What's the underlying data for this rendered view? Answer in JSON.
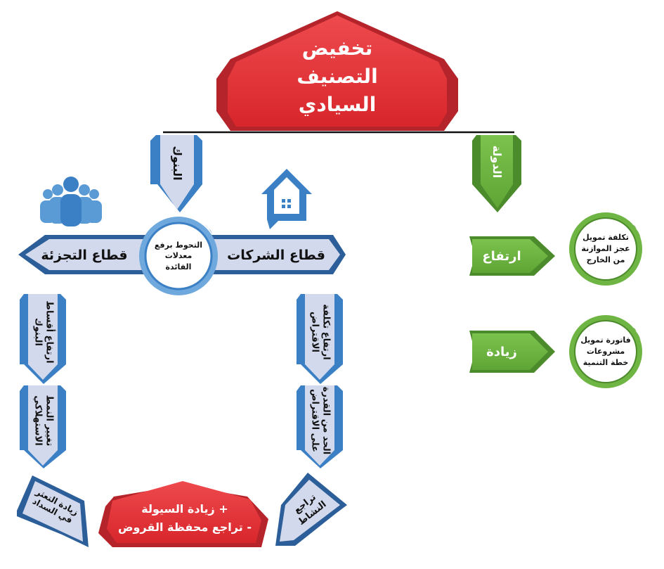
{
  "title": {
    "line1": "تخفيض",
    "line2": "التصنيف",
    "line3": "السيادي"
  },
  "banks": "البنوك",
  "state": "الدولة",
  "center_circle": {
    "line1": "التحوط برفع",
    "line2": "معدلات",
    "line3": "الفائدة"
  },
  "retail_sector": "قطاع التجزئة",
  "corporate_sector": "قطاع الشركات",
  "retail_effects": [
    {
      "line1": "ارتفاع أقساط",
      "line2": "البنوك"
    },
    {
      "line1": "تغيير النمط",
      "line2": "الاستهلاكي"
    },
    {
      "line1": "زيادة التعثر",
      "line2": "في السداد"
    }
  ],
  "corporate_effects": [
    {
      "line1": "ارتفاع تكلفة",
      "line2": "الاقتراض"
    },
    {
      "line1": "الحد من القدرة",
      "line2": "على الاقتراض"
    },
    {
      "line1": "تراجع",
      "line2": "النشاط"
    }
  ],
  "outcome": {
    "line1": "+ زيادة السيولة",
    "line2": "- تراجع محفظة القروض"
  },
  "state_effects": [
    {
      "arrow": "ارتفاع",
      "circle_line1": "تكلفة تمويل",
      "circle_line2": "عجز الموازنة",
      "circle_line3": "من الخارج"
    },
    {
      "arrow": "زيادة",
      "circle_line1": "فاتورة تمويل",
      "circle_line2": "مشروعات",
      "circle_line3": "خطة التنمية"
    }
  ],
  "colors": {
    "red": "#e8363a",
    "red_dark": "#b5242a",
    "blue": "#3b7fc4",
    "blue_dark": "#2c5f99",
    "pale": "#d3d9ec",
    "green": "#6fb543",
    "green_dark": "#4c8b2b",
    "circle_blue": "#6fa8dc"
  },
  "icons": {
    "people": "people-group-icon",
    "house": "house-chat-icon"
  }
}
